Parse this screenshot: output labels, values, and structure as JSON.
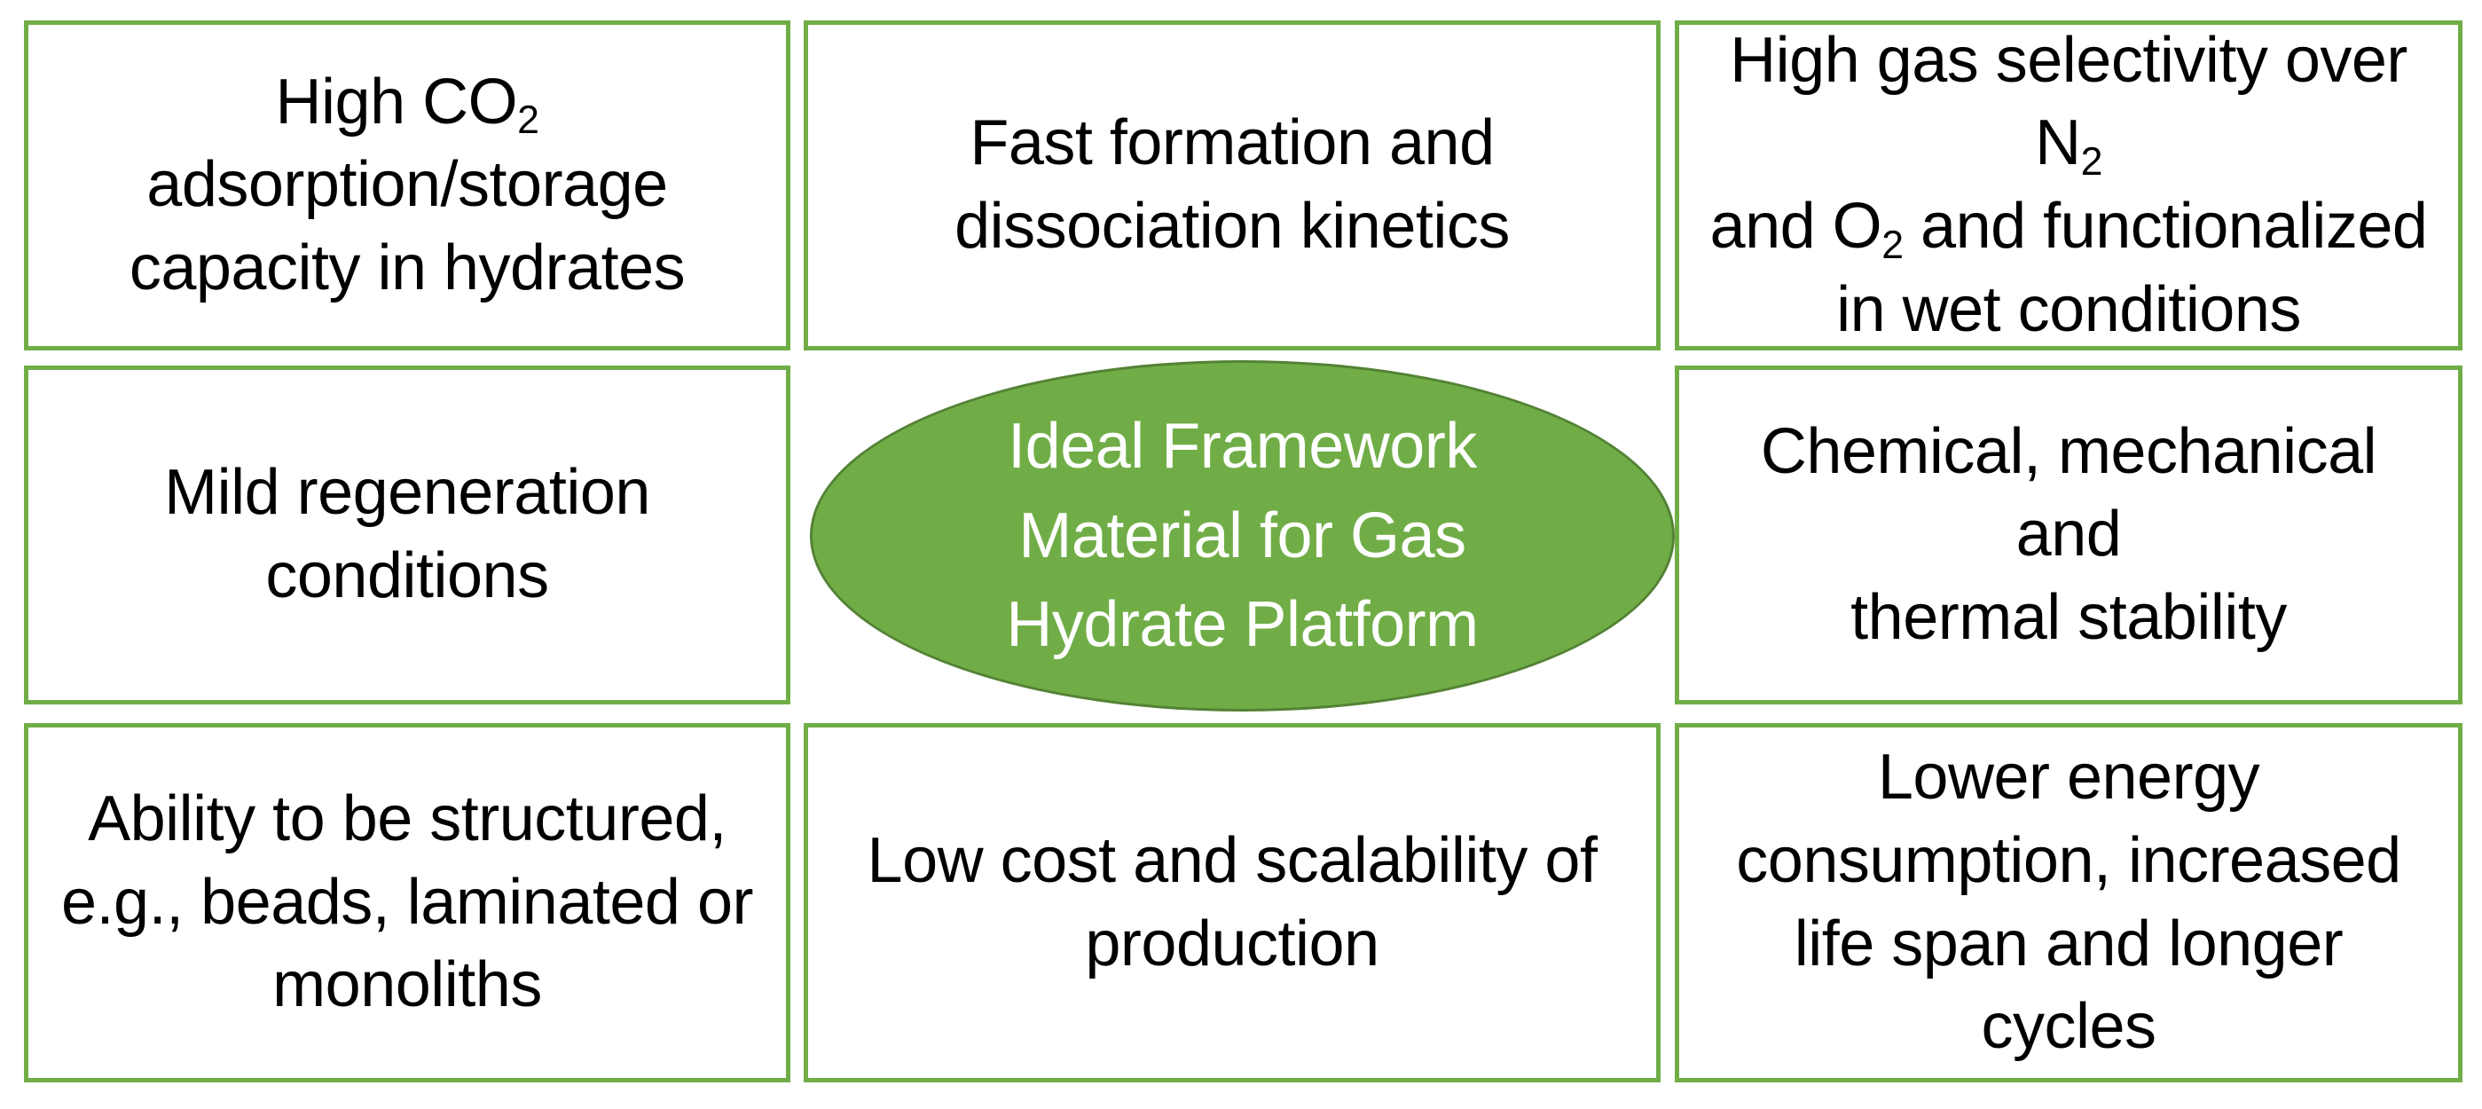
{
  "diagram": {
    "title": "Ideal Framework Material for Gas Hydrate Platform",
    "type": "radial-feature-map",
    "colors": {
      "box_border": "#70AD47",
      "box_fill": "#FFFFFF",
      "center_fill": "#70AD47",
      "center_border": "#548235",
      "box_text": "#000000",
      "center_text": "#FFFFFF"
    },
    "center": {
      "label": "Ideal Framework Material for Gas Hydrate Platform",
      "line1": "Ideal Framework",
      "line2": "Material for Gas",
      "line3": "Hydrate Platform"
    },
    "cells": [
      {
        "id": "r1c1",
        "position": "top-left",
        "text": "High CO2 adsorption/storage capacity in hydrates",
        "line1_pre": "High CO",
        "line1_sub": "2",
        "line2": "adsorption/storage",
        "line3": "capacity in hydrates"
      },
      {
        "id": "r1c2",
        "position": "top-center",
        "text": "Fast formation and dissociation kinetics",
        "line1": "Fast formation and",
        "line2": "dissociation kinetics"
      },
      {
        "id": "r1c3",
        "position": "top-right",
        "text": "High gas selectivity over N2 and O2 and functionalized in wet conditions",
        "line1_pre": "High gas selectivity over N",
        "line1_sub": "2",
        "line2_pre": "and O",
        "line2_sub": "2",
        "line2_post": " and functionalized",
        "line3": "in wet conditions"
      },
      {
        "id": "r2c1",
        "position": "middle-left",
        "text": "Mild regeneration conditions",
        "line1": "Mild regeneration",
        "line2": "conditions"
      },
      {
        "id": "r2c3",
        "position": "middle-right",
        "text": "Chemical, mechanical and thermal stability",
        "line1": "Chemical, mechanical and",
        "line2": "thermal stability"
      },
      {
        "id": "r3c1",
        "position": "bottom-left",
        "text": "Ability to be structured, e.g., beads, laminated or monoliths",
        "line1": "Ability to be structured,",
        "line2": "e.g., beads, laminated or",
        "line3": "monoliths"
      },
      {
        "id": "r3c2",
        "position": "bottom-center",
        "text": "Low cost and scalability of production",
        "line1": "Low cost and scalability of",
        "line2": "production"
      },
      {
        "id": "r3c3",
        "position": "bottom-right",
        "text": "Lower energy consumption, increased life span and longer cycles",
        "line1": "Lower energy",
        "line2": "consumption, increased",
        "line3": "life span and longer cycles"
      }
    ]
  }
}
